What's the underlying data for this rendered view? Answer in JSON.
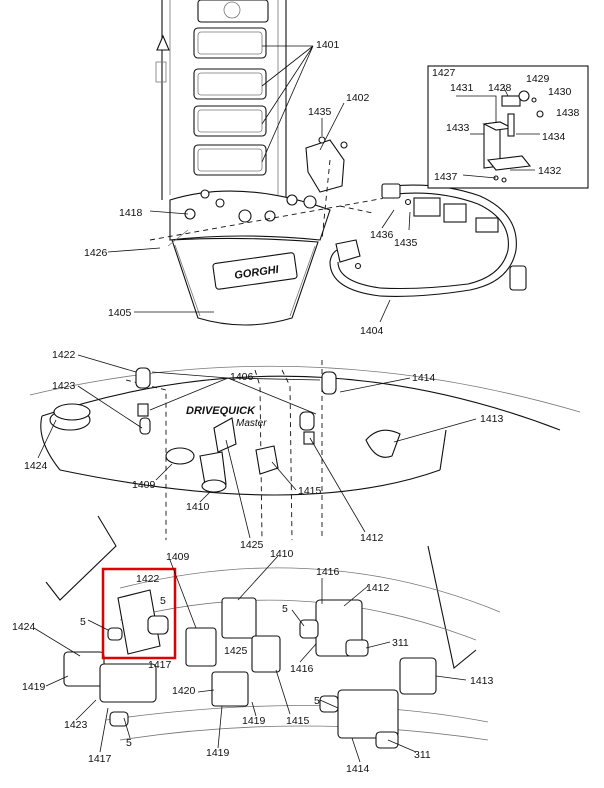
{
  "brand_labels": {
    "panel_logo": "GORGHI",
    "console_logo": "DRIVEQUICK",
    "console_sub": "Master"
  },
  "callouts": {
    "c1401": "1401",
    "c1402": "1402",
    "c1435a": "1435",
    "c1435b": "1435",
    "c1436": "1436",
    "c1418": "1418",
    "c1426": "1426",
    "c1405": "1405",
    "c1404": "1404",
    "c1427": "1427",
    "c1428": "1428",
    "c1429": "1429",
    "c1430": "1430",
    "c1431": "1431",
    "c1438": "1438",
    "c1433": "1433",
    "c1434": "1434",
    "c1437": "1437",
    "c1432": "1432",
    "c1422a": "1422",
    "c1406": "1406",
    "c1414a": "1414",
    "c1423a": "1423",
    "c1413a": "1413",
    "c1424a": "1424",
    "c1409a": "1409",
    "c1410a": "1410",
    "c1415a": "1415",
    "c1425a": "1425",
    "c1412a": "1412",
    "c1409b": "1409",
    "c1410b": "1410",
    "c1422b": "1422",
    "c1416a": "1416",
    "c1412b": "1412",
    "c1424b": "1424",
    "c5a": "5",
    "c5b": "5",
    "c5c": "5",
    "c5d": "5",
    "c1417a": "1417",
    "c1425b": "1425",
    "c311a": "311",
    "c1416b": "1416",
    "c1419a": "1419",
    "c1420": "1420",
    "c1419b": "1419",
    "c1415b": "1415",
    "c1413b": "1413",
    "c1423b": "1423",
    "c5e": "5",
    "c1417b": "1417",
    "c1419c": "1419",
    "c1414b": "1414",
    "c311b": "311"
  }
}
